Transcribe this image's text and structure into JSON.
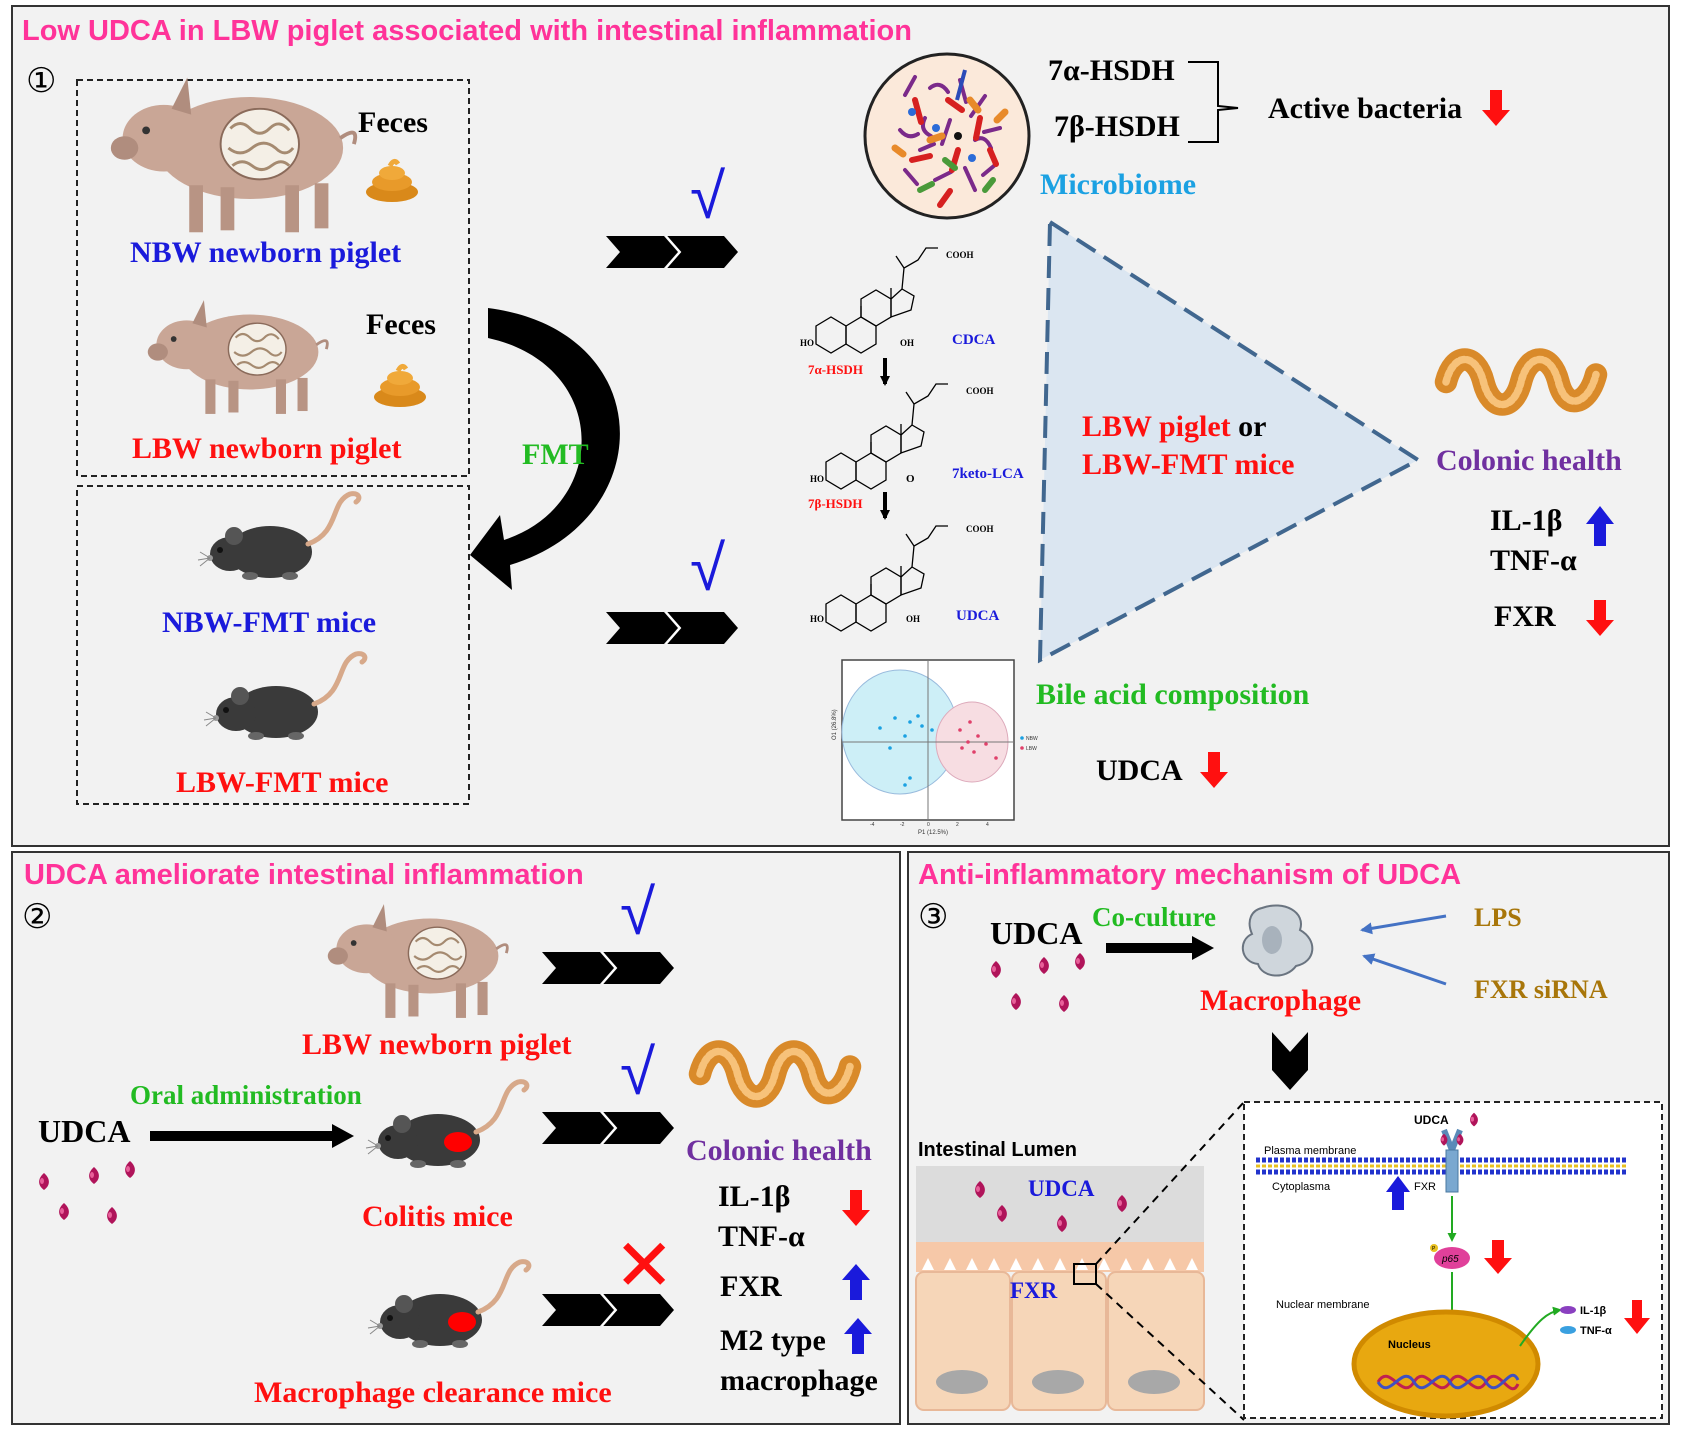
{
  "colors": {
    "magenta": "#ff3399",
    "blue": "#1a1adb",
    "red": "#ff1010",
    "green": "#22bb22",
    "purple": "#7030a0",
    "cyan": "#1ba1e2",
    "brown": "#a8760a",
    "panel_bg": "#f2f2f2"
  },
  "panel1": {
    "title": "Low UDCA in LBW piglet associated with intestinal inflammation",
    "number": "①",
    "feces_1": "Feces",
    "feces_2": "Feces",
    "nbw_piglet": "NBW newborn piglet",
    "lbw_piglet": "LBW newborn piglet",
    "fmt": "FMT",
    "nbw_mice": "NBW-FMT mice",
    "lbw_mice": "LBW-FMT mice",
    "check": "√",
    "hsdh_7a": "7α-HSDH",
    "hsdh_7b": "7β-HSDH",
    "active_bacteria": "Active bacteria",
    "microbiome": "Microbiome",
    "chem": {
      "cooh": "COOH",
      "cdca": "CDCA",
      "keto": "7keto-LCA",
      "udca": "UDCA",
      "enz1": "7α-HSDH",
      "enz2": "7β-HSDH",
      "ho": "HO",
      "oh": "OH"
    },
    "triangle_line1a": "LBW piglet",
    "triangle_line1b": " or",
    "triangle_line2": "LBW-FMT mice",
    "colonic_health": "Colonic health",
    "il1b": "IL-1β",
    "tnfa": "TNF-α",
    "fxr": "FXR",
    "bile_acid": "Bile acid composition",
    "udca": "UDCA",
    "pca": {
      "ylabel": "O1 (26.8%)",
      "xlabel": "P1 (12.5%)",
      "legend": [
        "NBW",
        "LBW"
      ],
      "ticks": [
        "-4",
        "-2",
        "0",
        "2",
        "4"
      ]
    }
  },
  "panel2": {
    "title": "UDCA ameliorate intestinal inflammation",
    "number": "②",
    "lbw_piglet": "LBW newborn piglet",
    "oral": "Oral administration",
    "udca": "UDCA",
    "colitis": "Colitis mice",
    "clearance": "Macrophage clearance mice",
    "colonic_health": "Colonic health",
    "il1b": "IL-1β",
    "tnfa": "TNF-α",
    "fxr": "FXR",
    "m2a": "M2 type",
    "m2b": "macrophage",
    "cross": "✕"
  },
  "panel3": {
    "title": "Anti-inflammatory mechanism of UDCA",
    "number": "③",
    "udca": "UDCA",
    "coculture": "Co-culture",
    "macrophage": "Macrophage",
    "lps": "LPS",
    "fxr_sirna": "FXR siRNA",
    "lumen": "Intestinal Lumen",
    "lumen_udca": "UDCA",
    "fxr": "FXR",
    "inset": {
      "udca": "UDCA",
      "plasma": "Plasma membrane",
      "cyto": "Cytoplasma",
      "fxr": "FXR",
      "p65": "p65",
      "p": "P",
      "nuclear": "Nuclear membrane",
      "nucleus": "Nucleus",
      "il1b": "IL-1β",
      "tnfa": "TNF-α"
    }
  }
}
